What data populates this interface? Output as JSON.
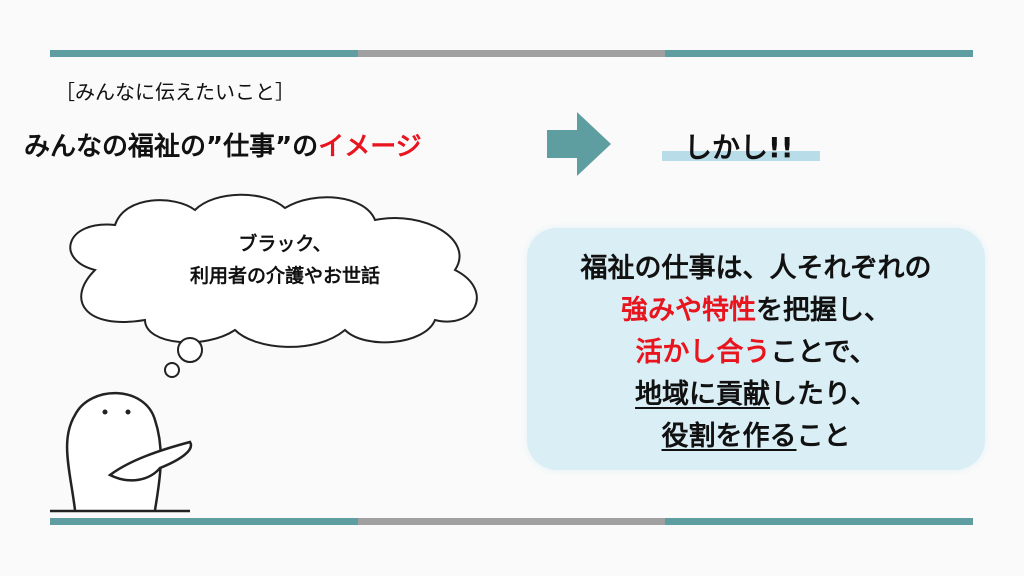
{
  "subtitle": "［みんなに伝えたいこと］",
  "image_title": {
    "main": "みんなの福祉の”仕事”の",
    "highlight": "イメージ"
  },
  "however": "しかし!!",
  "cloud": {
    "line1": "ブラック、",
    "line2": "利用者の介護やお世話"
  },
  "message": {
    "line1": "福祉の仕事は、人それぞれの",
    "line2_red": "強みや特性",
    "line2_rest": "を把握し、",
    "line3_red": "活かし合う",
    "line3_rest": "ことで、",
    "line4_u": "地域に貢献",
    "line4_rest": "したり、",
    "line5_u": "役割を作る",
    "line5_rest": "こと"
  },
  "colors": {
    "teal": "#5f9ea0",
    "gray": "#a0a0a0",
    "red": "#e8141e",
    "box": "#daeef5"
  }
}
